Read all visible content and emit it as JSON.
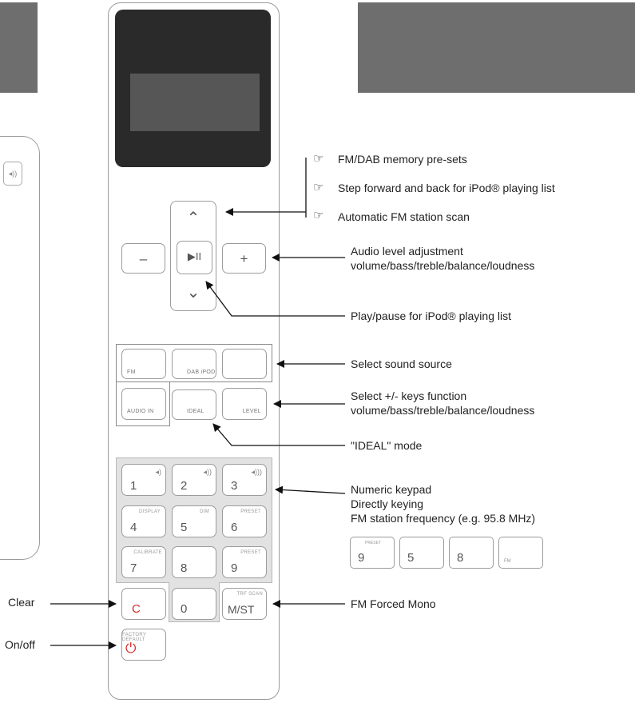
{
  "remote": {
    "keys": {
      "fm": "FM",
      "dab_ipod": "DAB iPOD",
      "audio_in": "AUDIO IN",
      "ideal": "IDEAL",
      "level": "LEVEL",
      "k1": "1",
      "k2": "2",
      "k3": "3",
      "k4": "4",
      "k4_sub": "DISPLAY",
      "k5": "5",
      "k5_sub": "DIM",
      "k6": "6",
      "k6_sub": "PRESET",
      "k7": "7",
      "k7_sub": "CALIBRATE",
      "k8": "8",
      "k9": "9",
      "k9_sub": "PRESET",
      "clear": "C",
      "k0": "0",
      "mst": "M/ST",
      "mst_sub": "TRF SCAN",
      "power_sub": "FACTORY DEFAULT",
      "minus": "–",
      "plus": "+",
      "up": "⌃",
      "down": "⌄",
      "playpause": "▶II"
    }
  },
  "annotations": {
    "fm_dab_presets": "FM/DAB memory pre-sets",
    "step_ipod": "Step forward and back for iPod® playing list",
    "auto_scan": "Automatic FM station scan",
    "audio_level_1": "Audio level adjustment",
    "audio_level_2": "volume/bass/treble/balance/loudness",
    "play_pause": "Play/pause for iPod® playing list",
    "select_source": "Select sound source",
    "select_keys_1": "Select +/- keys function",
    "select_keys_2": "volume/bass/treble/balance/loudness",
    "ideal_mode": "\"IDEAL\" mode",
    "numeric_1": "Numeric keypad",
    "numeric_2": "Directly keying",
    "numeric_3": "FM station frequency (e.g. 95.8 MHz)",
    "forced_mono": "FM Forced Mono",
    "clear": "Clear",
    "on_off": "On/off"
  },
  "freq_example": {
    "d1": "9",
    "d1_sub": "PRESET",
    "d2": "5",
    "d3": "8",
    "d4_sub": "FM"
  },
  "colors": {
    "accent_red": "#d42b2b",
    "dark_block": "#6e6e6e",
    "screen": "#2a2a2a"
  }
}
